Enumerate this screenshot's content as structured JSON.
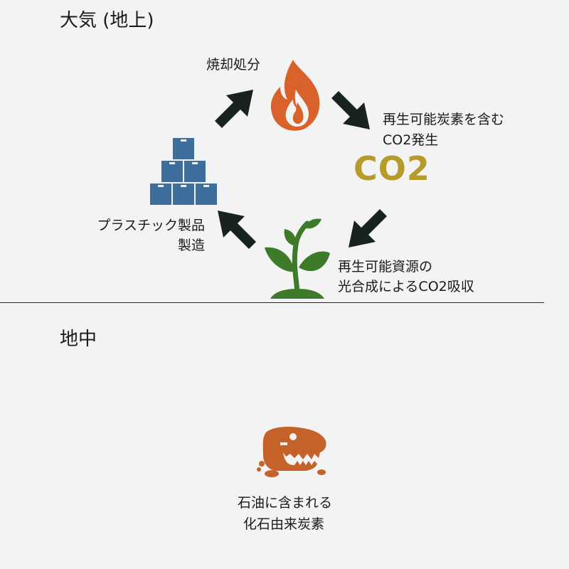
{
  "sections": {
    "atmosphere": "大気 (地上)",
    "underground": "地中"
  },
  "cycle": {
    "incineration": "焼却処分",
    "emission_line1": "再生可能炭素を含む",
    "emission_line2": "CO2発生",
    "co2": "CO2",
    "absorption_line1": "再生可能資源の",
    "absorption_line2": "光合成によるCO2吸収",
    "manufacturing_line1": "プラスチック製品",
    "manufacturing_line2": "製造"
  },
  "fossil": {
    "line1": "石油に含まれる",
    "line2": "化石由来炭素"
  },
  "icons": {
    "fire": "fire-icon",
    "plant": "plant-icon",
    "boxes": "boxes-icon",
    "fossil": "dinosaur-skull-icon"
  },
  "colors": {
    "background": "#f3f3f3",
    "fire": "#d9622b",
    "co2": "#b59b2a",
    "plant": "#3d7a2a",
    "box": "#3e6f9c",
    "arrow": "#18231f",
    "fossil": "#c4622a"
  }
}
